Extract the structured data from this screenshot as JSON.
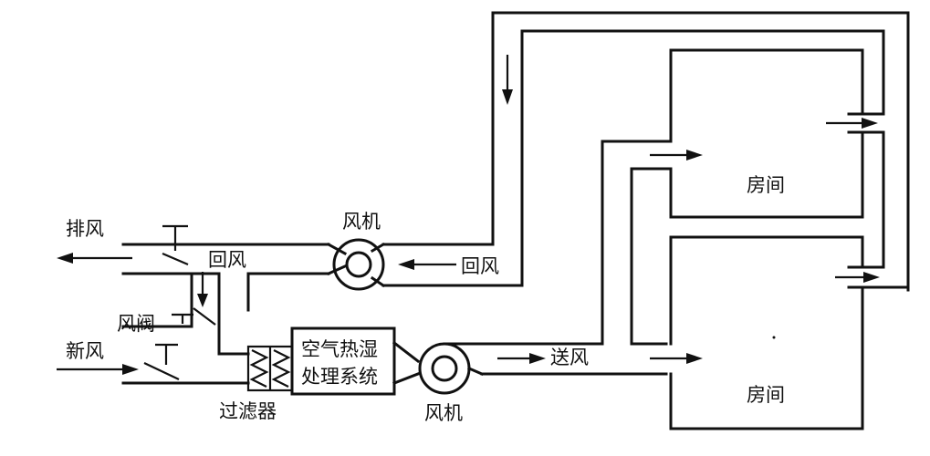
{
  "labels": {
    "exhaust": "排风",
    "return_air_left": "回风",
    "damper": "风阀",
    "fresh_air": "新风",
    "filter": "过滤器",
    "ahu_line1": "空气热湿",
    "ahu_line2": "处理系统",
    "return_fan": "风机",
    "supply_fan": "风机",
    "return_air_right": "回风",
    "supply_air": "送风",
    "room_top": "房间",
    "room_bottom": "房间"
  }
}
